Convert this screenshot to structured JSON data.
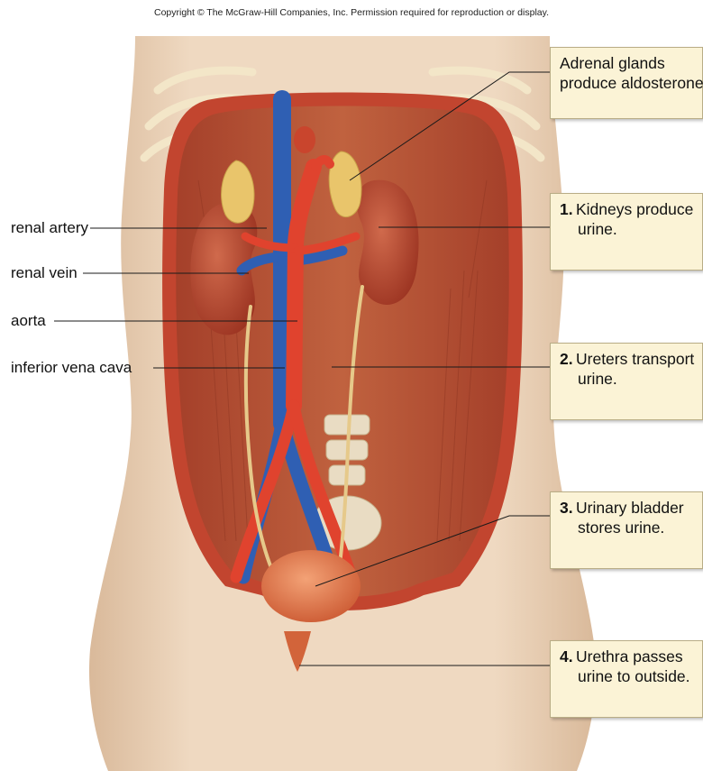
{
  "copyright": "Copyright © The McGraw-Hill Companies, Inc. Permission required for reproduction or display.",
  "left_labels": {
    "renal_artery": "renal artery",
    "renal_vein": "renal vein",
    "aorta": "aorta",
    "inferior_vena_cava": "inferior vena cava"
  },
  "callouts": {
    "adrenal": {
      "line1": "Adrenal glands",
      "line2": "produce aldosterone."
    },
    "kidneys": {
      "number": "1.",
      "line1": "Kidneys produce",
      "line2": "urine."
    },
    "ureters": {
      "number": "2.",
      "line1": "Ureters transport",
      "line2": "urine."
    },
    "bladder": {
      "number": "3.",
      "line1": "Urinary bladder",
      "line2": "stores urine."
    },
    "urethra": {
      "number": "4.",
      "line1": "Urethra passes",
      "line2": "urine to outside."
    }
  },
  "colors": {
    "skin": "#efd9c1",
    "skin_shadow": "#d9b99a",
    "body_wall": "#c2452f",
    "muscle": "#b45538",
    "kidney": "#b4442c",
    "adrenal": "#e9c56b",
    "artery": "#e0432e",
    "vein": "#2f5fb3",
    "ureter": "#e6c98a",
    "bladder": "#e07a4a",
    "callout_bg": "#fbf3d6"
  }
}
